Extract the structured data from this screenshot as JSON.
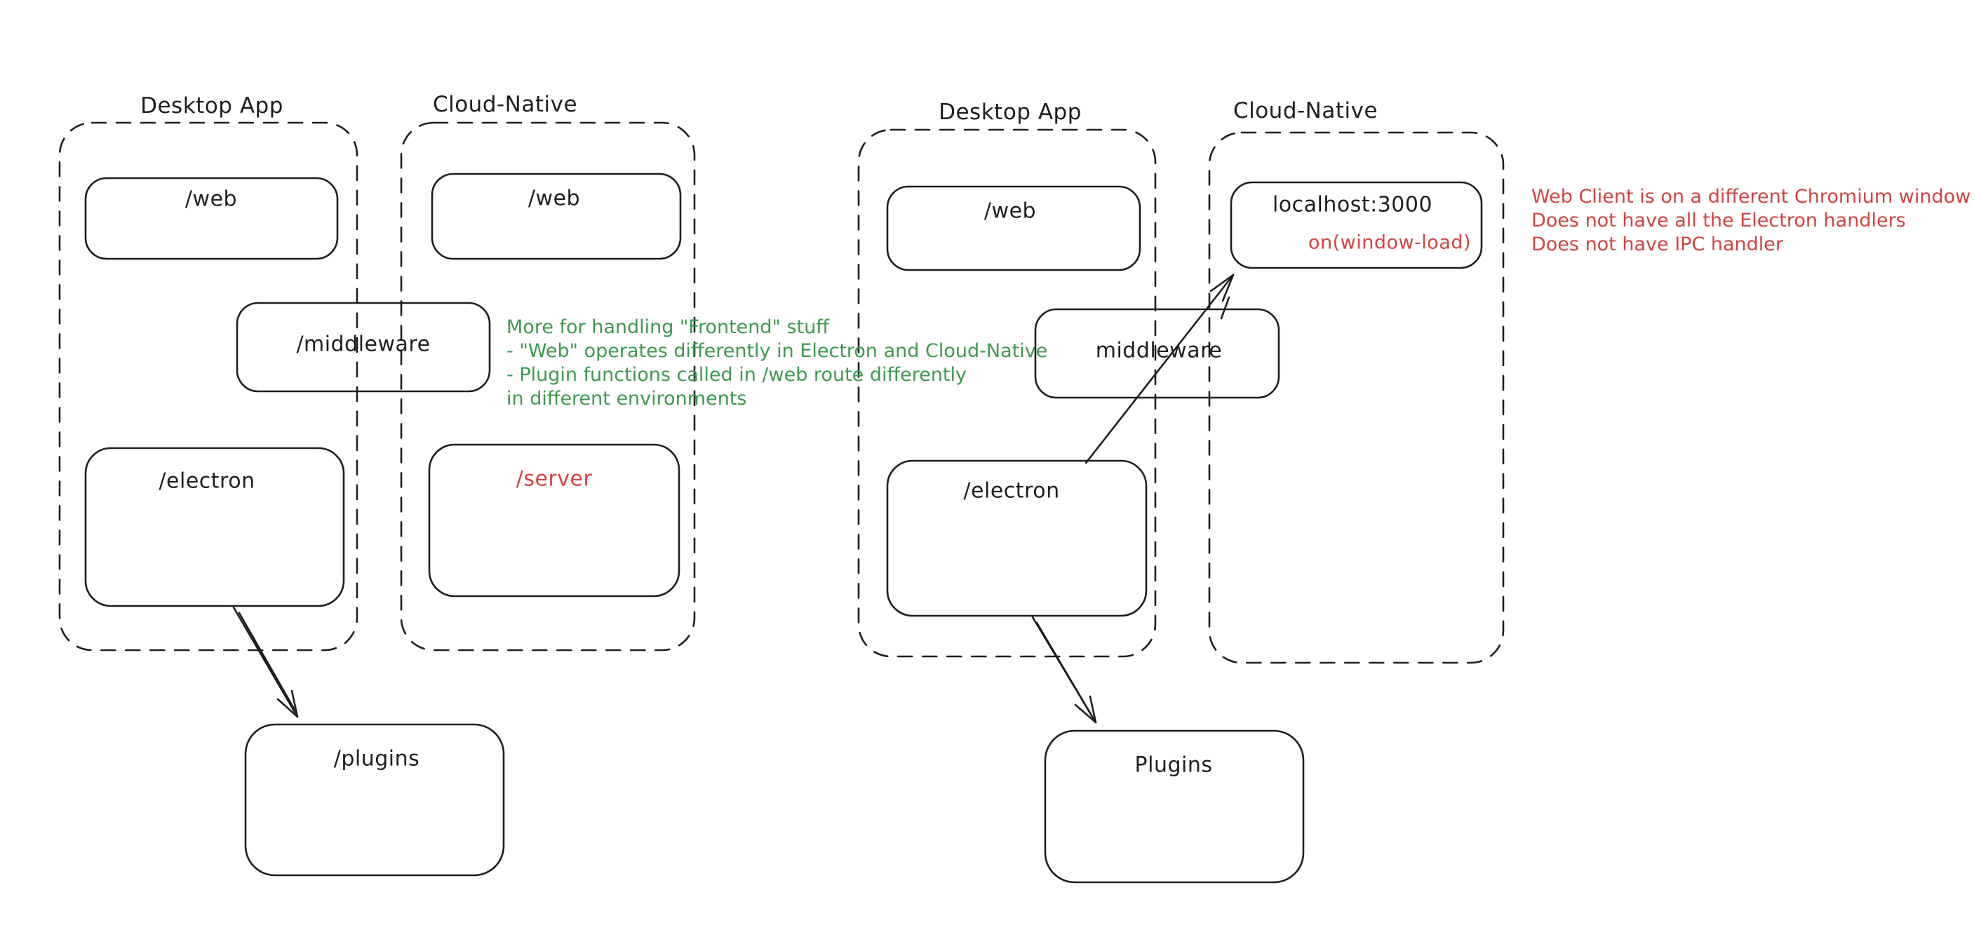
{
  "colors": {
    "stroke": "#1e1e1e",
    "red_accent": "#d14343",
    "green_accent": "#3d9950",
    "background": "#ffffff"
  },
  "left_diagram": {
    "title_desktop": "Desktop App",
    "title_cloud": "Cloud-Native",
    "web_desktop": "/web",
    "web_cloud": "/web",
    "middleware": "/middleware",
    "electron": "/electron",
    "server": "/server",
    "plugins": "/plugins"
  },
  "right_diagram": {
    "title_desktop": "Desktop App",
    "title_cloud": "Cloud-Native",
    "web_desktop": "/web",
    "localhost": "localhost:3000",
    "on_window_load": "on(window-load)",
    "middleware": "middleware",
    "electron": "/electron",
    "plugins": "Plugins"
  },
  "notes": {
    "green": {
      "lines": [
        "More for handling \"Frontend\" stuff",
        "- \"Web\" operates differently in Electron and Cloud-Native",
        "- Plugin functions called in /web route differently",
        "in different environments"
      ]
    },
    "red": {
      "lines": [
        "Web Client is on a different Chromium window",
        "Does not have all the Electron handlers",
        "Does not have IPC handler"
      ]
    }
  }
}
